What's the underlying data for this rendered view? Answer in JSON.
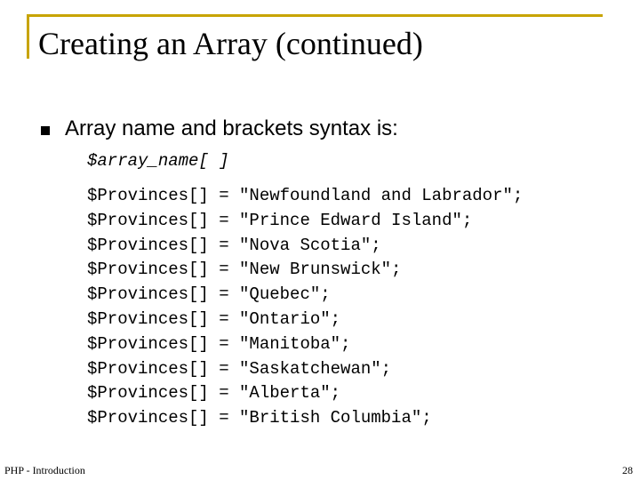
{
  "slide": {
    "title": "Creating an Array (continued)",
    "accent_color": "#c8a400",
    "bullet_icon": "square-bullet",
    "bullet": "Array name and brackets syntax is:",
    "syntax": "$array_name[ ]",
    "code_lines": [
      "$Provinces[] = \"Newfoundland and Labrador\";",
      "$Provinces[] = \"Prince Edward Island\";",
      "$Provinces[] = \"Nova Scotia\";",
      "$Provinces[] = \"New Brunswick\";",
      "$Provinces[] = \"Quebec\";",
      "$Provinces[] = \"Ontario\";",
      "$Provinces[] = \"Manitoba\";",
      "$Provinces[] = \"Saskatchewan\";",
      "$Provinces[] = \"Alberta\";",
      "$Provinces[] = \"British Columbia\";"
    ]
  },
  "footer": {
    "label": "PHP - Introduction",
    "page_number": "28"
  }
}
